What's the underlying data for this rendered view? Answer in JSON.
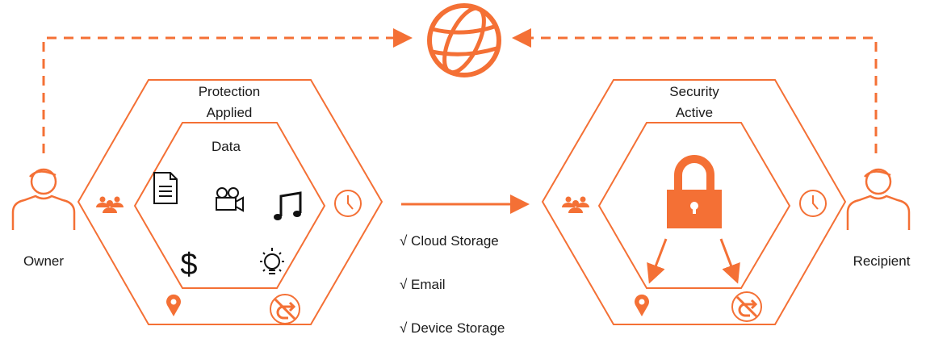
{
  "colors": {
    "accent": "#F47035",
    "text": "#1a1a1a"
  },
  "left_panel": {
    "title_line1": "Protection",
    "title_line2": "Applied",
    "inner_title": "Data",
    "data_icons": [
      "document-icon",
      "video-camera-icon",
      "music-note-icon",
      "dollar-icon",
      "lightbulb-icon"
    ],
    "policy_icons": [
      "users-icon",
      "clock-icon",
      "location-pin-icon",
      "no-forward-icon"
    ]
  },
  "right_panel": {
    "title_line1": "Security",
    "title_line2": "Active",
    "inner_icon": "padlock-icon",
    "policy_icons": [
      "users-icon",
      "clock-icon",
      "location-pin-icon",
      "no-forward-icon"
    ]
  },
  "actors": {
    "owner": "Owner",
    "recipient": "Recipient"
  },
  "channels": [
    "√ Cloud Storage",
    "√ Email",
    "√ Device Storage"
  ],
  "center_icon": "globe-icon"
}
